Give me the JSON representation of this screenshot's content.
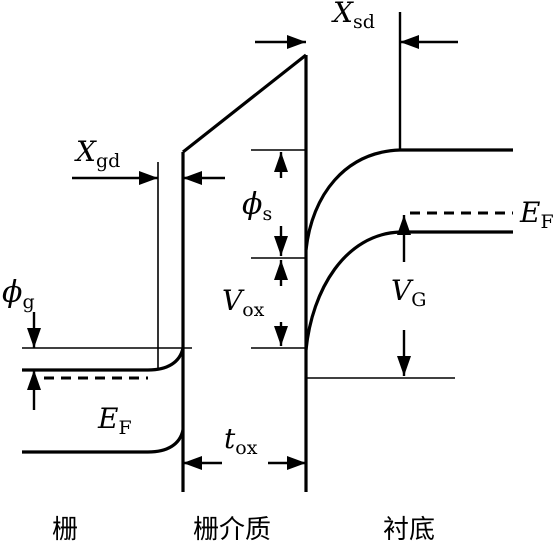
{
  "labels": {
    "x_sd": {
      "main": "X",
      "sub": "sd"
    },
    "x_gd": {
      "main": "X",
      "sub": "gd"
    },
    "phi_s": {
      "main": "ϕ",
      "sub": "s"
    },
    "phi_g": {
      "main": "ϕ",
      "sub": "g"
    },
    "v_ox": {
      "main": "V",
      "sub": "ox"
    },
    "v_g": {
      "main": "V",
      "sub": "G"
    },
    "e_f_right": {
      "main": "E",
      "sub": "F"
    },
    "e_f_left": {
      "main": "E",
      "sub": "F"
    },
    "t_ox": {
      "main": "t",
      "sub": "ox"
    }
  },
  "regions": {
    "gate": "栅",
    "gate_dielectric": "栅介质",
    "substrate": "衬底"
  }
}
